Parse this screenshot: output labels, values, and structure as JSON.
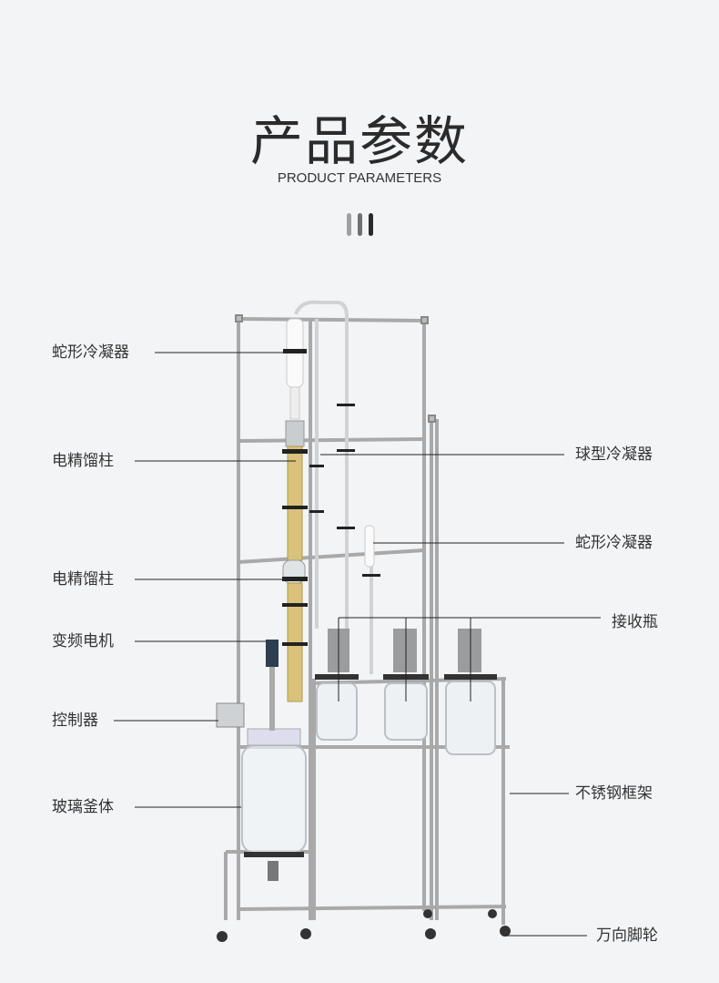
{
  "header": {
    "title": "产品参数",
    "subtitle": "PRODUCT PARAMETERS",
    "divider_colors": [
      "#a0a0a0",
      "#707070",
      "#2b2b2b"
    ]
  },
  "labels_left": [
    {
      "text": "蛇形冷凝器"
    },
    {
      "text": "电精馏柱"
    },
    {
      "text": "电精馏柱"
    },
    {
      "text": "变频电机"
    },
    {
      "text": "控制器"
    },
    {
      "text": "玻璃釜体"
    }
  ],
  "labels_right": [
    {
      "text": "球型冷凝器"
    },
    {
      "text": "蛇形冷凝器"
    },
    {
      "text": "接收瓶"
    },
    {
      "text": "不锈钢框架"
    },
    {
      "text": "万向脚轮"
    }
  ]
}
